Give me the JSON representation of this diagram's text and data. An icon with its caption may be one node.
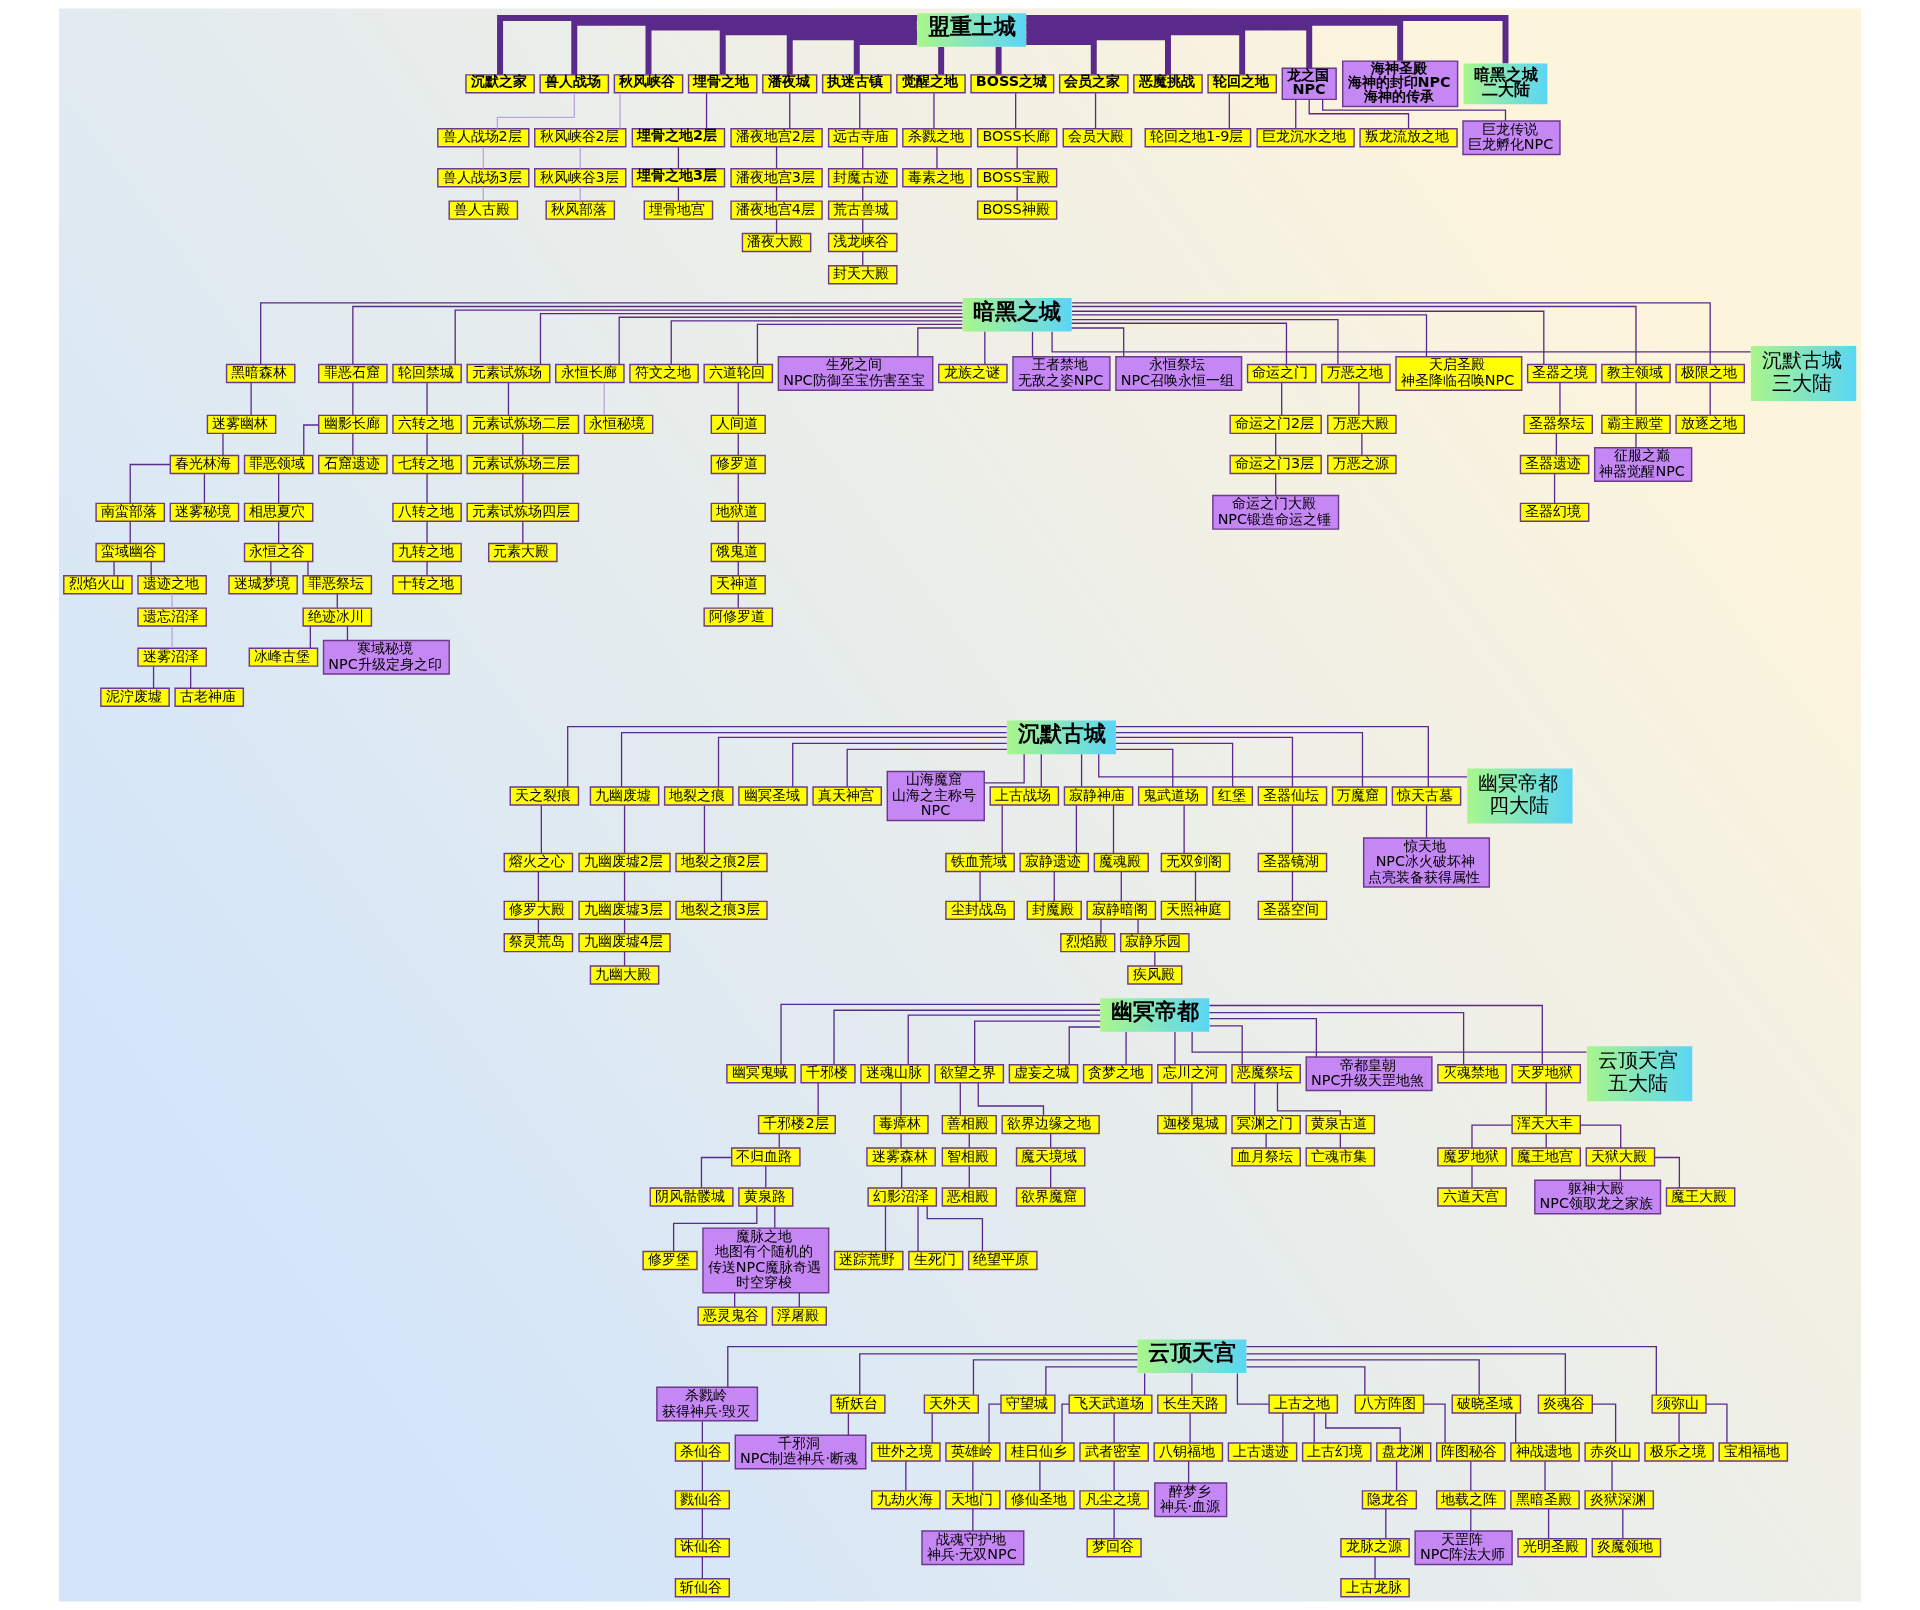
{
  "diagram": {
    "nodes": [
      {
        "text": [
          "盟重土城"
        ]
      },
      {
        "text": [
          "沉默之家"
        ]
      },
      {
        "text": [
          "兽人战场"
        ]
      },
      {
        "text": [
          "兽人战场2层"
        ]
      },
      {
        "text": [
          "兽人战场3层"
        ]
      },
      {
        "text": [
          "兽人古殿"
        ]
      },
      {
        "text": [
          "秋风峡谷"
        ]
      },
      {
        "text": [
          "秋风峡谷2层"
        ]
      },
      {
        "text": [
          "秋风峡谷3层"
        ]
      },
      {
        "text": [
          "秋风部落"
        ]
      },
      {
        "text": [
          "埋骨之地"
        ]
      },
      {
        "text": [
          "埋骨之地2层"
        ]
      },
      {
        "text": [
          "埋骨之地3层"
        ]
      },
      {
        "text": [
          "埋骨地宫"
        ]
      },
      {
        "text": [
          "潘夜城"
        ]
      },
      {
        "text": [
          "潘夜地宫2层"
        ]
      },
      {
        "text": [
          "潘夜地宫3层"
        ]
      },
      {
        "text": [
          "潘夜地宫4层"
        ]
      },
      {
        "text": [
          "潘夜大殿"
        ]
      },
      {
        "text": [
          "执迷古镇"
        ]
      },
      {
        "text": [
          "远古寺庙"
        ]
      },
      {
        "text": [
          "封魔古迹"
        ]
      },
      {
        "text": [
          "荒古兽城"
        ]
      },
      {
        "text": [
          "浅龙峡谷"
        ]
      },
      {
        "text": [
          "封天大殿"
        ]
      },
      {
        "text": [
          "觉醒之地"
        ]
      },
      {
        "text": [
          "杀戮之地"
        ]
      },
      {
        "text": [
          "毒素之地"
        ]
      },
      {
        "text": [
          "BOSS之城"
        ]
      },
      {
        "text": [
          "BOSS长廊"
        ]
      },
      {
        "text": [
          "BOSS宝殿"
        ]
      },
      {
        "text": [
          "BOSS神殿"
        ]
      },
      {
        "text": [
          "会员之家"
        ]
      },
      {
        "text": [
          "会员大殿"
        ]
      },
      {
        "text": [
          "恶魔挑战"
        ]
      },
      {
        "text": [
          "轮回之地"
        ]
      },
      {
        "text": [
          "轮回之地1-9层"
        ]
      },
      {
        "text": [
          "龙之国",
          "NPC"
        ]
      },
      {
        "text": [
          "巨龙沉水之地"
        ]
      },
      {
        "text": [
          "叛龙流放之地"
        ]
      },
      {
        "text": [
          "巨龙传说",
          "巨龙孵化NPC"
        ]
      },
      {
        "text": [
          "海神圣殿",
          "海神的封印NPC",
          "海神的传承"
        ]
      },
      {
        "text": [
          "暗黑之城",
          "二大陆"
        ]
      },
      {
        "text": [
          "暗黑之城"
        ]
      },
      {
        "text": [
          "黑暗森林"
        ]
      },
      {
        "text": [
          "迷雾幽林"
        ]
      },
      {
        "text": [
          "春光林海"
        ]
      },
      {
        "text": [
          "南蛮部落"
        ]
      },
      {
        "text": [
          "蛮域幽谷"
        ]
      },
      {
        "text": [
          "烈焰火山"
        ]
      },
      {
        "text": [
          "遗迹之地"
        ]
      },
      {
        "text": [
          "遗忘沼泽"
        ]
      },
      {
        "text": [
          "迷雾沼泽"
        ]
      },
      {
        "text": [
          "泥泞废墟"
        ]
      },
      {
        "text": [
          "古老神庙"
        ]
      },
      {
        "text": [
          "迷雾秘境"
        ]
      },
      {
        "text": [
          "罪恶石窟"
        ]
      },
      {
        "text": [
          "幽影长廊"
        ]
      },
      {
        "text": [
          "罪恶领域"
        ]
      },
      {
        "text": [
          "相思夏穴"
        ]
      },
      {
        "text": [
          "永恒之谷"
        ]
      },
      {
        "text": [
          "迷城梦境"
        ]
      },
      {
        "text": [
          "罪恶祭坛"
        ]
      },
      {
        "text": [
          "绝迹冰川"
        ]
      },
      {
        "text": [
          "冰峰古堡"
        ]
      },
      {
        "text": [
          "寒域秘境",
          "NPC升级定身之印"
        ]
      },
      {
        "text": [
          "石窟遗迹"
        ]
      },
      {
        "text": [
          "轮回禁城"
        ]
      },
      {
        "text": [
          "六转之地"
        ]
      },
      {
        "text": [
          "七转之地"
        ]
      },
      {
        "text": [
          "八转之地"
        ]
      },
      {
        "text": [
          "九转之地"
        ]
      },
      {
        "text": [
          "十转之地"
        ]
      },
      {
        "text": [
          "元素试炼场"
        ]
      },
      {
        "text": [
          "元素试炼场二层"
        ]
      },
      {
        "text": [
          "元素试炼场三层"
        ]
      },
      {
        "text": [
          "元素试炼场四层"
        ]
      },
      {
        "text": [
          "元素大殿"
        ]
      },
      {
        "text": [
          "永恒长廊"
        ]
      },
      {
        "text": [
          "永恒秘境"
        ]
      },
      {
        "text": [
          "符文之地"
        ]
      },
      {
        "text": [
          "六道轮回"
        ]
      },
      {
        "text": [
          "人间道"
        ]
      },
      {
        "text": [
          "修罗道"
        ]
      },
      {
        "text": [
          "地狱道"
        ]
      },
      {
        "text": [
          "饿鬼道"
        ]
      },
      {
        "text": [
          "天神道"
        ]
      },
      {
        "text": [
          "阿修罗道"
        ]
      },
      {
        "text": [
          "生死之间",
          "NPC防御至宝伤害至宝"
        ]
      },
      {
        "text": [
          "龙族之谜"
        ]
      },
      {
        "text": [
          "王者禁地",
          "无敌之姿NPC"
        ]
      },
      {
        "text": [
          "永恒祭坛",
          "NPC召唤永恒一组"
        ]
      },
      {
        "text": [
          "命运之门"
        ]
      },
      {
        "text": [
          "命运之门2层"
        ]
      },
      {
        "text": [
          "命运之门3层"
        ]
      },
      {
        "text": [
          "命运之门大殿",
          "NPC锻造命运之锤"
        ]
      },
      {
        "text": [
          "万恶之地"
        ]
      },
      {
        "text": [
          "万恶大殿"
        ]
      },
      {
        "text": [
          "万恶之源"
        ]
      },
      {
        "text": [
          "天启圣殿",
          "神圣降临召唤NPC"
        ]
      },
      {
        "text": [
          "圣器之境"
        ]
      },
      {
        "text": [
          "圣器祭坛"
        ]
      },
      {
        "text": [
          "圣器遗迹"
        ]
      },
      {
        "text": [
          "圣器幻境"
        ]
      },
      {
        "text": [
          "教主领域"
        ]
      },
      {
        "text": [
          "霸主殿堂"
        ]
      },
      {
        "text": [
          "征服之巅",
          "神器觉醒NPC"
        ]
      },
      {
        "text": [
          "极限之地"
        ]
      },
      {
        "text": [
          "放逐之地"
        ]
      },
      {
        "text": [
          "沉默古城",
          "三大陆"
        ]
      },
      {
        "text": [
          "沉默古城"
        ]
      },
      {
        "text": [
          "天之裂痕"
        ]
      },
      {
        "text": [
          "熔火之心"
        ]
      },
      {
        "text": [
          "修罗大殿"
        ]
      },
      {
        "text": [
          "祭灵荒岛"
        ]
      },
      {
        "text": [
          "九幽废墟"
        ]
      },
      {
        "text": [
          "九幽废墟2层"
        ]
      },
      {
        "text": [
          "九幽废墟3层"
        ]
      },
      {
        "text": [
          "九幽废墟4层"
        ]
      },
      {
        "text": [
          "九幽大殿"
        ]
      },
      {
        "text": [
          "地裂之痕"
        ]
      },
      {
        "text": [
          "地裂之痕2层"
        ]
      },
      {
        "text": [
          "地裂之痕3层"
        ]
      },
      {
        "text": [
          "幽冥圣域"
        ]
      },
      {
        "text": [
          "真天神宫"
        ]
      },
      {
        "text": [
          "山海魔窟",
          "山海之主称号",
          "NPC"
        ]
      },
      {
        "text": [
          "上古战场"
        ]
      },
      {
        "text": [
          "铁血荒域"
        ]
      },
      {
        "text": [
          "尘封战岛"
        ]
      },
      {
        "text": [
          "寂静神庙"
        ]
      },
      {
        "text": [
          "寂静遗迹"
        ]
      },
      {
        "text": [
          "封魔殿"
        ]
      },
      {
        "text": [
          "魔魂殿"
        ]
      },
      {
        "text": [
          "寂静暗阁"
        ]
      },
      {
        "text": [
          "烈焰殿"
        ]
      },
      {
        "text": [
          "寂静乐园"
        ]
      },
      {
        "text": [
          "疾风殿"
        ]
      },
      {
        "text": [
          "鬼武道场"
        ]
      },
      {
        "text": [
          "无双剑阁"
        ]
      },
      {
        "text": [
          "天照神庭"
        ]
      },
      {
        "text": [
          "红堡"
        ]
      },
      {
        "text": [
          "圣器仙坛"
        ]
      },
      {
        "text": [
          "圣器镜湖"
        ]
      },
      {
        "text": [
          "圣器空间"
        ]
      },
      {
        "text": [
          "万魔窟"
        ]
      },
      {
        "text": [
          "惊天古墓"
        ]
      },
      {
        "text": [
          "惊天地",
          "NPC冰火破坏神",
          "点亮装备获得属性"
        ]
      },
      {
        "text": [
          "幽冥帝都",
          "四大陆"
        ]
      },
      {
        "text": [
          "幽冥帝都"
        ]
      },
      {
        "text": [
          "幽冥鬼蜮"
        ]
      },
      {
        "text": [
          "千邪楼"
        ]
      },
      {
        "text": [
          "千邪楼2层"
        ]
      },
      {
        "text": [
          "不归血路"
        ]
      },
      {
        "text": [
          "阴风骷髅城"
        ]
      },
      {
        "text": [
          "黄泉路"
        ]
      },
      {
        "text": [
          "修罗堡"
        ]
      },
      {
        "text": [
          "魔脉之地",
          "地图有个随机的",
          "传送NPC魔脉奇遇",
          "时空穿梭"
        ]
      },
      {
        "text": [
          "恶灵鬼谷"
        ]
      },
      {
        "text": [
          "浮屠殿"
        ]
      },
      {
        "text": [
          "迷魂山脉"
        ]
      },
      {
        "text": [
          "毒瘴林"
        ]
      },
      {
        "text": [
          "迷雾森林"
        ]
      },
      {
        "text": [
          "幻影沼泽"
        ]
      },
      {
        "text": [
          "迷踪荒野"
        ]
      },
      {
        "text": [
          "生死门"
        ]
      },
      {
        "text": [
          "绝望平原"
        ]
      },
      {
        "text": [
          "欲望之界"
        ]
      },
      {
        "text": [
          "善相殿"
        ]
      },
      {
        "text": [
          "智相殿"
        ]
      },
      {
        "text": [
          "恶相殿"
        ]
      },
      {
        "text": [
          "欲界边缘之地"
        ]
      },
      {
        "text": [
          "魔天境域"
        ]
      },
      {
        "text": [
          "欲界魔窟"
        ]
      },
      {
        "text": [
          "虚妄之城"
        ]
      },
      {
        "text": [
          "贪梦之地"
        ]
      },
      {
        "text": [
          "忘川之河"
        ]
      },
      {
        "text": [
          "迦楼鬼城"
        ]
      },
      {
        "text": [
          "恶魔祭坛"
        ]
      },
      {
        "text": [
          "冥渊之门"
        ]
      },
      {
        "text": [
          "血月祭坛"
        ]
      },
      {
        "text": [
          "黄泉古道"
        ]
      },
      {
        "text": [
          "亡魂市集"
        ]
      },
      {
        "text": [
          "帝都皇朝",
          "NPC升级天罡地煞"
        ]
      },
      {
        "text": [
          "灭魂禁地"
        ]
      },
      {
        "text": [
          "天罗地狱"
        ]
      },
      {
        "text": [
          "浑天大丰"
        ]
      },
      {
        "text": [
          "魔罗地狱"
        ]
      },
      {
        "text": [
          "六道天宫"
        ]
      },
      {
        "text": [
          "魔王地宫"
        ]
      },
      {
        "text": [
          "天狱大殿"
        ]
      },
      {
        "text": [
          "躯神大殿",
          "NPC领取龙之家族"
        ]
      },
      {
        "text": [
          "魔王大殿"
        ]
      },
      {
        "text": [
          "云顶天宫",
          "五大陆"
        ]
      },
      {
        "text": [
          "云顶天宫"
        ]
      },
      {
        "text": [
          "杀戮岭",
          "获得神兵·毁灭"
        ]
      },
      {
        "text": [
          "杀仙谷"
        ]
      },
      {
        "text": [
          "戮仙谷"
        ]
      },
      {
        "text": [
          "诛仙谷"
        ]
      },
      {
        "text": [
          "斩仙谷"
        ]
      },
      {
        "text": [
          "斩妖台"
        ]
      },
      {
        "text": [
          "千邪洞",
          "NPC制造神兵·断魂"
        ]
      },
      {
        "text": [
          "天外天"
        ]
      },
      {
        "text": [
          "世外之境"
        ]
      },
      {
        "text": [
          "九劫火海"
        ]
      },
      {
        "text": [
          "守望城"
        ]
      },
      {
        "text": [
          "英雄岭"
        ]
      },
      {
        "text": [
          "天地门"
        ]
      },
      {
        "text": [
          "战魂守护地",
          "神兵·无双NPC"
        ]
      },
      {
        "text": [
          "飞天武道场"
        ]
      },
      {
        "text": [
          "桂日仙乡"
        ]
      },
      {
        "text": [
          "修仙圣地"
        ]
      },
      {
        "text": [
          "武者密室"
        ]
      },
      {
        "text": [
          "凡尘之境"
        ]
      },
      {
        "text": [
          "梦回谷"
        ]
      },
      {
        "text": [
          "长生天路"
        ]
      },
      {
        "text": [
          "八钥福地"
        ]
      },
      {
        "text": [
          "醉梦乡",
          "神兵·血源"
        ]
      },
      {
        "text": [
          "上古之地"
        ]
      },
      {
        "text": [
          "上古遗迹"
        ]
      },
      {
        "text": [
          "上古幻境"
        ]
      },
      {
        "text": [
          "盘龙渊"
        ]
      },
      {
        "text": [
          "隐龙谷"
        ]
      },
      {
        "text": [
          "龙脉之源"
        ]
      },
      {
        "text": [
          "上古龙脉"
        ]
      },
      {
        "text": [
          "八方阵图"
        ]
      },
      {
        "text": [
          "阵图秘谷"
        ]
      },
      {
        "text": [
          "地载之阵"
        ]
      },
      {
        "text": [
          "天罡阵",
          "NPC阵法大师"
        ]
      },
      {
        "text": [
          "破晓圣域"
        ]
      },
      {
        "text": [
          "神战遗地"
        ]
      },
      {
        "text": [
          "黑暗圣殿"
        ]
      },
      {
        "text": [
          "光明圣殿"
        ]
      },
      {
        "text": [
          "炎魂谷"
        ]
      },
      {
        "text": [
          "赤炎山"
        ]
      },
      {
        "text": [
          "炎狱深渊"
        ]
      },
      {
        "text": [
          "炎魔领地"
        ]
      },
      {
        "text": [
          "须弥山"
        ]
      },
      {
        "text": [
          "极乐之境"
        ]
      },
      {
        "text": [
          "宝相福地"
        ]
      }
    ],
    "edges": [
      {
        "from": 0,
        "to": 1,
        "arrow": "none",
        "style": "thick"
      },
      {
        "from": 0,
        "to": 2,
        "arrow": "none",
        "style": "thick"
      },
      {
        "from": 2,
        "to": 3,
        "arrow": "none",
        "color": "#b9a6de"
      },
      {
        "from": 3,
        "to": 4,
        "arrow": "none",
        "color": "#b9a6de"
      },
      {
        "from": 4,
        "to": 5,
        "arrow": "none",
        "color": "#b9a6de"
      },
      {
        "from": 0,
        "to": 6,
        "arrow": "none",
        "style": "thick"
      },
      {
        "from": 6,
        "to": 7,
        "arrow": "none",
        "color": "#b9a6de"
      },
      {
        "from": 7,
        "to": 8,
        "arrow": "none",
        "color": "#b9a6de"
      },
      {
        "from": 8,
        "to": 9,
        "arrow": "none",
        "color": "#b9a6de"
      },
      {
        "from": 0,
        "to": 10,
        "arrow": "none",
        "style": "thick"
      },
      {
        "from": 10,
        "to": 11,
        "arrow": "none"
      },
      {
        "from": 11,
        "to": 12,
        "arrow": "none"
      },
      {
        "from": 12,
        "to": 13,
        "arrow": "none"
      },
      {
        "from": 0,
        "to": 14,
        "arrow": "none",
        "style": "thick"
      },
      {
        "from": 14,
        "to": 15,
        "arrow": "none"
      },
      {
        "from": 15,
        "to": 16,
        "arrow": "none"
      },
      {
        "from": 16,
        "to": 17,
        "arrow": "none"
      },
      {
        "from": 17,
        "to": 18,
        "arrow": "none"
      },
      {
        "from": 0,
        "to": 19,
        "arrow": "none",
        "style": "thick"
      },
      {
        "from": 19,
        "to": 20,
        "arrow": "none"
      },
      {
        "from": 20,
        "to": 21,
        "arrow": "none"
      },
      {
        "from": 21,
        "to": 22,
        "arrow": "none"
      },
      {
        "from": 22,
        "to": 23,
        "arrow": "none"
      },
      {
        "from": 23,
        "to": 24,
        "arrow": "none"
      },
      {
        "from": 0,
        "to": 25,
        "arrow": "none",
        "style": "thick"
      },
      {
        "from": 25,
        "to": 26,
        "arrow": "none"
      },
      {
        "from": 26,
        "to": 27,
        "arrow": "none"
      },
      {
        "from": 0,
        "to": 28,
        "arrow": "none",
        "style": "thick"
      },
      {
        "from": 28,
        "to": 29,
        "arrow": "none"
      },
      {
        "from": 29,
        "to": 30,
        "arrow": "none"
      },
      {
        "from": 30,
        "to": 31,
        "arrow": "none"
      },
      {
        "from": 0,
        "to": 32,
        "arrow": "none",
        "style": "thick"
      },
      {
        "from": 32,
        "to": 33,
        "arrow": "none"
      },
      {
        "from": 0,
        "to": 34,
        "arrow": "none",
        "style": "thick"
      },
      {
        "from": 0,
        "to": 35,
        "arrow": "none",
        "style": "thick"
      },
      {
        "from": 35,
        "to": 36,
        "arrow": "none"
      },
      {
        "from": 0,
        "to": 37,
        "arrow": "none",
        "style": "thick"
      },
      {
        "from": 37,
        "to": 38,
        "arrow": "none"
      },
      {
        "from": 37,
        "to": 39,
        "arrow": "none"
      },
      {
        "from": 37,
        "to": 40,
        "arrow": "none"
      },
      {
        "from": 0,
        "to": 41,
        "arrow": "none",
        "style": "thick"
      },
      {
        "from": 0,
        "to": 42,
        "arrow": "none",
        "style": "thick"
      },
      {
        "from": 43,
        "to": 44,
        "arrow": "none"
      },
      {
        "from": 44,
        "to": 45,
        "arrow": "none"
      },
      {
        "from": 45,
        "to": 46,
        "arrow": "none"
      },
      {
        "from": 46,
        "to": 47,
        "arrow": "none"
      },
      {
        "from": 47,
        "to": 48,
        "arrow": "none"
      },
      {
        "from": 48,
        "to": 49,
        "arrow": "none"
      },
      {
        "from": 48,
        "to": 50,
        "arrow": "none"
      },
      {
        "from": 50,
        "to": 51,
        "arrow": "none",
        "color": "#b9a6de"
      },
      {
        "from": 51,
        "to": 52,
        "arrow": "none",
        "color": "#b9a6de"
      },
      {
        "from": 52,
        "to": 53,
        "arrow": "none"
      },
      {
        "from": 52,
        "to": 54,
        "arrow": "none"
      },
      {
        "from": 46,
        "to": 55,
        "arrow": "none"
      },
      {
        "from": 43,
        "to": 56,
        "arrow": "none"
      },
      {
        "from": 56,
        "to": 57,
        "arrow": "none"
      },
      {
        "from": 57,
        "to": 58,
        "arrow": "none"
      },
      {
        "from": 58,
        "to": 59,
        "arrow": "none"
      },
      {
        "from": 59,
        "to": 60,
        "arrow": "none"
      },
      {
        "from": 60,
        "to": 61,
        "arrow": "none"
      },
      {
        "from": 60,
        "to": 62,
        "arrow": "none"
      },
      {
        "from": 62,
        "to": 63,
        "arrow": "none"
      },
      {
        "from": 63,
        "to": 64,
        "arrow": "none"
      },
      {
        "from": 63,
        "to": 65,
        "arrow": "none"
      },
      {
        "from": 57,
        "to": 66,
        "arrow": "none"
      },
      {
        "from": 43,
        "to": 67,
        "arrow": "none"
      },
      {
        "from": 67,
        "to": 68,
        "arrow": "none"
      },
      {
        "from": 68,
        "to": 69,
        "arrow": "none"
      },
      {
        "from": 69,
        "to": 70,
        "arrow": "none"
      },
      {
        "from": 70,
        "to": 71,
        "arrow": "none"
      },
      {
        "from": 71,
        "to": 72,
        "arrow": "none"
      },
      {
        "from": 43,
        "to": 73,
        "arrow": "none"
      },
      {
        "from": 73,
        "to": 74,
        "arrow": "none"
      },
      {
        "from": 74,
        "to": 75,
        "arrow": "none"
      },
      {
        "from": 75,
        "to": 76,
        "arrow": "none"
      },
      {
        "from": 76,
        "to": 77,
        "arrow": "none"
      },
      {
        "from": 43,
        "to": 78,
        "arrow": "none"
      },
      {
        "from": 78,
        "to": 79,
        "arrow": "none",
        "color": "#b9a6de"
      },
      {
        "from": 43,
        "to": 80,
        "arrow": "none"
      },
      {
        "from": 43,
        "to": 81,
        "arrow": "none"
      },
      {
        "from": 81,
        "to": 82,
        "arrow": "none"
      },
      {
        "from": 82,
        "to": 83,
        "arrow": "none"
      },
      {
        "from": 83,
        "to": 84,
        "arrow": "none"
      },
      {
        "from": 84,
        "to": 85,
        "arrow": "none"
      },
      {
        "from": 85,
        "to": 86,
        "arrow": "none"
      },
      {
        "from": 86,
        "to": 87,
        "arrow": "none"
      },
      {
        "from": 43,
        "to": 88,
        "arrow": "none"
      },
      {
        "from": 43,
        "to": 89,
        "arrow": "none"
      },
      {
        "from": 43,
        "to": 90,
        "arrow": "none"
      },
      {
        "from": 43,
        "to": 91,
        "arrow": "none"
      },
      {
        "from": 43,
        "to": 92,
        "arrow": "none"
      },
      {
        "from": 92,
        "to": 93,
        "arrow": "none"
      },
      {
        "from": 93,
        "to": 94,
        "arrow": "none"
      },
      {
        "from": 94,
        "to": 95,
        "arrow": "none"
      },
      {
        "from": 43,
        "to": 96,
        "arrow": "none"
      },
      {
        "from": 96,
        "to": 97,
        "arrow": "none"
      },
      {
        "from": 97,
        "to": 98,
        "arrow": "none"
      },
      {
        "from": 43,
        "to": 99,
        "arrow": "none"
      },
      {
        "from": 43,
        "to": 100,
        "arrow": "none"
      },
      {
        "from": 100,
        "to": 101,
        "arrow": "none"
      },
      {
        "from": 101,
        "to": 102,
        "arrow": "none"
      },
      {
        "from": 102,
        "to": 103,
        "arrow": "none"
      },
      {
        "from": 43,
        "to": 104,
        "arrow": "none"
      },
      {
        "from": 104,
        "to": 105,
        "arrow": "none"
      },
      {
        "from": 105,
        "to": 106,
        "arrow": "none"
      },
      {
        "from": 43,
        "to": 107,
        "arrow": "none"
      },
      {
        "from": 107,
        "to": 108,
        "arrow": "none"
      },
      {
        "from": 43,
        "to": 109,
        "arrow": "none"
      },
      {
        "from": 110,
        "to": 111,
        "arrow": "none"
      },
      {
        "from": 111,
        "to": 112,
        "arrow": "none"
      },
      {
        "from": 112,
        "to": 113,
        "arrow": "none"
      },
      {
        "from": 113,
        "to": 114,
        "arrow": "none"
      },
      {
        "from": 110,
        "to": 115,
        "arrow": "none"
      },
      {
        "from": 115,
        "to": 116,
        "arrow": "none"
      },
      {
        "from": 116,
        "to": 117,
        "arrow": "none"
      },
      {
        "from": 117,
        "to": 118,
        "arrow": "none"
      },
      {
        "from": 118,
        "to": 119,
        "arrow": "none"
      },
      {
        "from": 110,
        "to": 120,
        "arrow": "none"
      },
      {
        "from": 120,
        "to": 121,
        "arrow": "none"
      },
      {
        "from": 121,
        "to": 122,
        "arrow": "none"
      },
      {
        "from": 110,
        "to": 123,
        "arrow": "none"
      },
      {
        "from": 110,
        "to": 124,
        "arrow": "none"
      },
      {
        "from": 110,
        "to": 125,
        "arrow": "none"
      },
      {
        "from": 110,
        "to": 126,
        "arrow": "none"
      },
      {
        "from": 126,
        "to": 127,
        "arrow": "none"
      },
      {
        "from": 127,
        "to": 128,
        "arrow": "none"
      },
      {
        "from": 110,
        "to": 129,
        "arrow": "none"
      },
      {
        "from": 129,
        "to": 130,
        "arrow": "none"
      },
      {
        "from": 130,
        "to": 131,
        "arrow": "none"
      },
      {
        "from": 129,
        "to": 132,
        "arrow": "none"
      },
      {
        "from": 132,
        "to": 133,
        "arrow": "none"
      },
      {
        "from": 133,
        "to": 134,
        "arrow": "none"
      },
      {
        "from": 133,
        "to": 135,
        "arrow": "none"
      },
      {
        "from": 135,
        "to": 136,
        "arrow": "none"
      },
      {
        "from": 110,
        "to": 137,
        "arrow": "none"
      },
      {
        "from": 137,
        "to": 138,
        "arrow": "none"
      },
      {
        "from": 138,
        "to": 139,
        "arrow": "none"
      },
      {
        "from": 110,
        "to": 140,
        "arrow": "none"
      },
      {
        "from": 110,
        "to": 141,
        "arrow": "none"
      },
      {
        "from": 141,
        "to": 142,
        "arrow": "none"
      },
      {
        "from": 142,
        "to": 143,
        "arrow": "none"
      },
      {
        "from": 110,
        "to": 144,
        "arrow": "none"
      },
      {
        "from": 110,
        "to": 145,
        "arrow": "none"
      },
      {
        "from": 145,
        "to": 146,
        "arrow": "none"
      },
      {
        "from": 110,
        "to": 147,
        "arrow": "none"
      },
      {
        "from": 148,
        "to": 149,
        "arrow": "none"
      },
      {
        "from": 148,
        "to": 150,
        "arrow": "none"
      },
      {
        "from": 150,
        "to": 151,
        "arrow": "none"
      },
      {
        "from": 151,
        "to": 152,
        "arrow": "none"
      },
      {
        "from": 152,
        "to": 153,
        "arrow": "none"
      },
      {
        "from": 152,
        "to": 154,
        "arrow": "none"
      },
      {
        "from": 154,
        "to": 155,
        "arrow": "none"
      },
      {
        "from": 154,
        "to": 156,
        "arrow": "none"
      },
      {
        "from": 156,
        "to": 157,
        "arrow": "none"
      },
      {
        "from": 156,
        "to": 158,
        "arrow": "none"
      },
      {
        "from": 148,
        "to": 159,
        "arrow": "none"
      },
      {
        "from": 159,
        "to": 160,
        "arrow": "none"
      },
      {
        "from": 160,
        "to": 161,
        "arrow": "none"
      },
      {
        "from": 161,
        "to": 162,
        "arrow": "none"
      },
      {
        "from": 162,
        "to": 163,
        "arrow": "none"
      },
      {
        "from": 162,
        "to": 164,
        "arrow": "none"
      },
      {
        "from": 162,
        "to": 165,
        "arrow": "none"
      },
      {
        "from": 148,
        "to": 166,
        "arrow": "none"
      },
      {
        "from": 166,
        "to": 167,
        "arrow": "none"
      },
      {
        "from": 167,
        "to": 168,
        "arrow": "none"
      },
      {
        "from": 168,
        "to": 169,
        "arrow": "none"
      },
      {
        "from": 166,
        "to": 170,
        "arrow": "none"
      },
      {
        "from": 170,
        "to": 171,
        "arrow": "none"
      },
      {
        "from": 171,
        "to": 172,
        "arrow": "none"
      },
      {
        "from": 148,
        "to": 173,
        "arrow": "none"
      },
      {
        "from": 148,
        "to": 174,
        "arrow": "none"
      },
      {
        "from": 148,
        "to": 175,
        "arrow": "none"
      },
      {
        "from": 175,
        "to": 176,
        "arrow": "none"
      },
      {
        "from": 148,
        "to": 177,
        "arrow": "none"
      },
      {
        "from": 177,
        "to": 178,
        "arrow": "none"
      },
      {
        "from": 178,
        "to": 179,
        "arrow": "none"
      },
      {
        "from": 177,
        "to": 180,
        "arrow": "none"
      },
      {
        "from": 180,
        "to": 181,
        "arrow": "none"
      },
      {
        "from": 148,
        "to": 182,
        "arrow": "none"
      },
      {
        "from": 148,
        "to": 183,
        "arrow": "none"
      },
      {
        "from": 148,
        "to": 184,
        "arrow": "none"
      },
      {
        "from": 184,
        "to": 185,
        "arrow": "none"
      },
      {
        "from": 185,
        "to": 186,
        "arrow": "none"
      },
      {
        "from": 186,
        "to": 187,
        "arrow": "none"
      },
      {
        "from": 185,
        "to": 188,
        "arrow": "none"
      },
      {
        "from": 185,
        "to": 189,
        "arrow": "none"
      },
      {
        "from": 189,
        "to": 190,
        "arrow": "none"
      },
      {
        "from": 189,
        "to": 191,
        "arrow": "none"
      },
      {
        "from": 148,
        "to": 192,
        "arrow": "none"
      },
      {
        "from": 193,
        "to": 194,
        "arrow": "none"
      },
      {
        "from": 194,
        "to": 195,
        "arrow": "none"
      },
      {
        "from": 195,
        "to": 196,
        "arrow": "none"
      },
      {
        "from": 196,
        "to": 197,
        "arrow": "none"
      },
      {
        "from": 197,
        "to": 198,
        "arrow": "none"
      },
      {
        "from": 193,
        "to": 199,
        "arrow": "none"
      },
      {
        "from": 199,
        "to": 200,
        "arrow": "none"
      },
      {
        "from": 193,
        "to": 201,
        "arrow": "none"
      },
      {
        "from": 201,
        "to": 202,
        "arrow": "none"
      },
      {
        "from": 202,
        "to": 203,
        "arrow": "none"
      },
      {
        "from": 193,
        "to": 204,
        "arrow": "none"
      },
      {
        "from": 204,
        "to": 205,
        "arrow": "none"
      },
      {
        "from": 205,
        "to": 206,
        "arrow": "none"
      },
      {
        "from": 206,
        "to": 207,
        "arrow": "none"
      },
      {
        "from": 193,
        "to": 208,
        "arrow": "none"
      },
      {
        "from": 208,
        "to": 209,
        "arrow": "none"
      },
      {
        "from": 209,
        "to": 210,
        "arrow": "none"
      },
      {
        "from": 208,
        "to": 211,
        "arrow": "none"
      },
      {
        "from": 211,
        "to": 212,
        "arrow": "none"
      },
      {
        "from": 212,
        "to": 213,
        "arrow": "none"
      },
      {
        "from": 193,
        "to": 214,
        "arrow": "none"
      },
      {
        "from": 214,
        "to": 215,
        "arrow": "none"
      },
      {
        "from": 215,
        "to": 216,
        "arrow": "none"
      },
      {
        "from": 193,
        "to": 217,
        "arrow": "none"
      },
      {
        "from": 217,
        "to": 218,
        "arrow": "none"
      },
      {
        "from": 217,
        "to": 219,
        "arrow": "none"
      },
      {
        "from": 217,
        "to": 220,
        "arrow": "none"
      },
      {
        "from": 220,
        "to": 221,
        "arrow": "none"
      },
      {
        "from": 221,
        "to": 222,
        "arrow": "none"
      },
      {
        "from": 222,
        "to": 223,
        "arrow": "none"
      },
      {
        "from": 193,
        "to": 224,
        "arrow": "none"
      },
      {
        "from": 224,
        "to": 225,
        "arrow": "none"
      },
      {
        "from": 225,
        "to": 226,
        "arrow": "none"
      },
      {
        "from": 226,
        "to": 227,
        "arrow": "none"
      },
      {
        "from": 193,
        "to": 228,
        "arrow": "none"
      },
      {
        "from": 228,
        "to": 229,
        "arrow": "none"
      },
      {
        "from": 229,
        "to": 230,
        "arrow": "none"
      },
      {
        "from": 230,
        "to": 231,
        "arrow": "none"
      },
      {
        "from": 193,
        "to": 232,
        "arrow": "none"
      },
      {
        "from": 232,
        "to": 233,
        "arrow": "none"
      },
      {
        "from": 233,
        "to": 234,
        "arrow": "none"
      },
      {
        "from": 234,
        "to": 235,
        "arrow": "none"
      },
      {
        "from": 193,
        "to": 236,
        "arrow": "none"
      },
      {
        "from": 236,
        "to": 237,
        "arrow": "none"
      },
      {
        "from": 236,
        "to": 238,
        "arrow": "none"
      }
    ]
  }
}
